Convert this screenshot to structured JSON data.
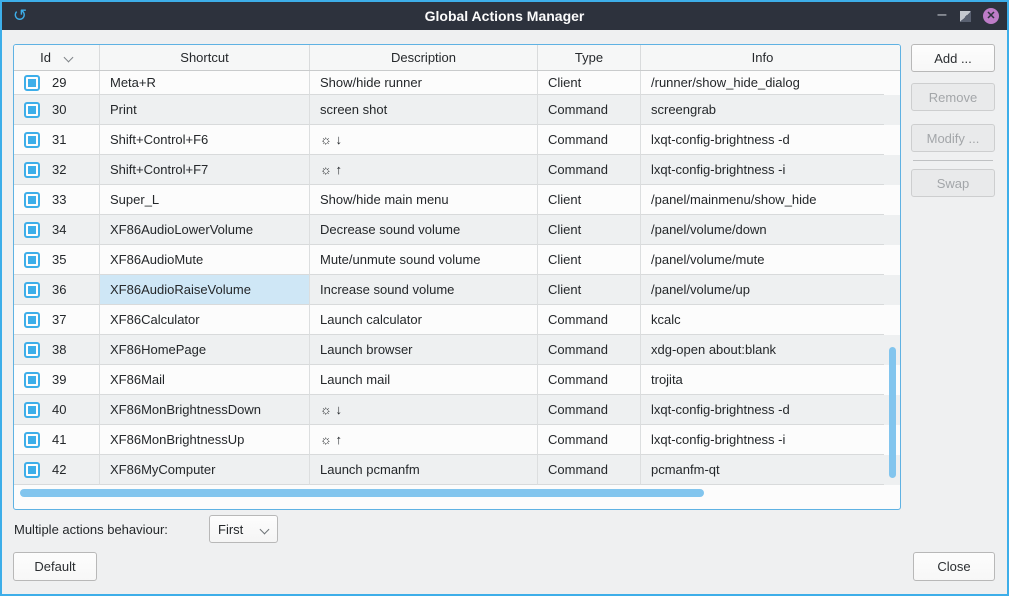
{
  "titlebar": {
    "title": "Global Actions Manager",
    "minimize_glyph": "–",
    "close_glyph": "✕"
  },
  "table": {
    "columns": [
      "Id",
      "Shortcut",
      "Description",
      "Type",
      "Info"
    ],
    "sorted_column": "Id",
    "rows": [
      {
        "id": "29",
        "shortcut": "Meta+R",
        "description": "Show/hide runner",
        "type": "Client",
        "info": "/runner/show_hide_dialog"
      },
      {
        "id": "30",
        "shortcut": "Print",
        "description": "screen shot",
        "type": "Command",
        "info": "screengrab"
      },
      {
        "id": "31",
        "shortcut": "Shift+Control+F6",
        "description": "☼ ↓",
        "type": "Command",
        "info": "lxqt-config-brightness -d"
      },
      {
        "id": "32",
        "shortcut": "Shift+Control+F7",
        "description": "☼ ↑",
        "type": "Command",
        "info": "lxqt-config-brightness -i"
      },
      {
        "id": "33",
        "shortcut": "Super_L",
        "description": "Show/hide main menu",
        "type": "Client",
        "info": "/panel/mainmenu/show_hide"
      },
      {
        "id": "34",
        "shortcut": "XF86AudioLowerVolume",
        "description": "Decrease sound volume",
        "type": "Client",
        "info": "/panel/volume/down"
      },
      {
        "id": "35",
        "shortcut": "XF86AudioMute",
        "description": "Mute/unmute sound volume",
        "type": "Client",
        "info": "/panel/volume/mute"
      },
      {
        "id": "36",
        "shortcut": "XF86AudioRaiseVolume",
        "description": "Increase sound volume",
        "type": "Client",
        "info": "/panel/volume/up"
      },
      {
        "id": "37",
        "shortcut": "XF86Calculator",
        "description": "Launch calculator",
        "type": "Command",
        "info": "kcalc"
      },
      {
        "id": "38",
        "shortcut": "XF86HomePage",
        "description": "Launch browser",
        "type": "Command",
        "info": "xdg-open about:blank"
      },
      {
        "id": "39",
        "shortcut": "XF86Mail",
        "description": "Launch mail",
        "type": "Command",
        "info": "trojita"
      },
      {
        "id": "40",
        "shortcut": "XF86MonBrightnessDown",
        "description": "☼ ↓",
        "type": "Command",
        "info": "lxqt-config-brightness -d"
      },
      {
        "id": "41",
        "shortcut": "XF86MonBrightnessUp",
        "description": "☼ ↑",
        "type": "Command",
        "info": "lxqt-config-brightness -i"
      },
      {
        "id": "42",
        "shortcut": "XF86MyComputer",
        "description": "Launch pcmanfm",
        "type": "Command",
        "info": "pcmanfm-qt"
      }
    ],
    "all_rows_checked": true,
    "selected_cell": {
      "row_id": "36",
      "column": "shortcut"
    }
  },
  "side_buttons": {
    "add": {
      "label": "Add ...",
      "enabled": true
    },
    "remove": {
      "label": "Remove",
      "enabled": false
    },
    "modify": {
      "label": "Modify ...",
      "enabled": false
    },
    "swap": {
      "label": "Swap",
      "enabled": false
    }
  },
  "footer": {
    "behaviour_label": "Multiple actions behaviour:",
    "behaviour_value": "First",
    "default_label": "Default",
    "close_label": "Close"
  },
  "colors": {
    "accent": "#3daee9",
    "titlebar": "#2d323d",
    "close_button": "#bd7cc7",
    "selection": "#cfe7f6",
    "scrollbar_thumb": "#82c5ee",
    "row_alt": "#eef0f1",
    "row_base": "#fcfcfc"
  }
}
